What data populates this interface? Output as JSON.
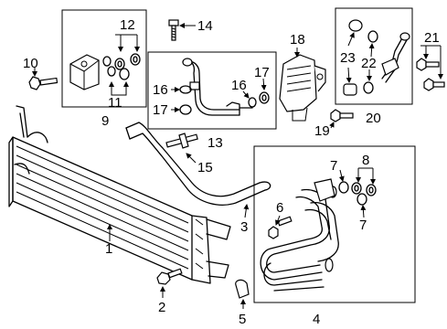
{
  "callouts": {
    "c1": "1",
    "c2": "2",
    "c3": "3",
    "c4": "4",
    "c5": "5",
    "c6": "6",
    "c7a": "7",
    "c7b": "7",
    "c8": "8",
    "c9": "9",
    "c10": "10",
    "c11": "11",
    "c12": "12",
    "c13": "13",
    "c14": "14",
    "c15": "15",
    "c16a": "16",
    "c16b": "16",
    "c17a": "17",
    "c17b": "17",
    "c18": "18",
    "c19": "19",
    "c20": "20",
    "c21": "21",
    "c22": "22",
    "c23": "23"
  }
}
